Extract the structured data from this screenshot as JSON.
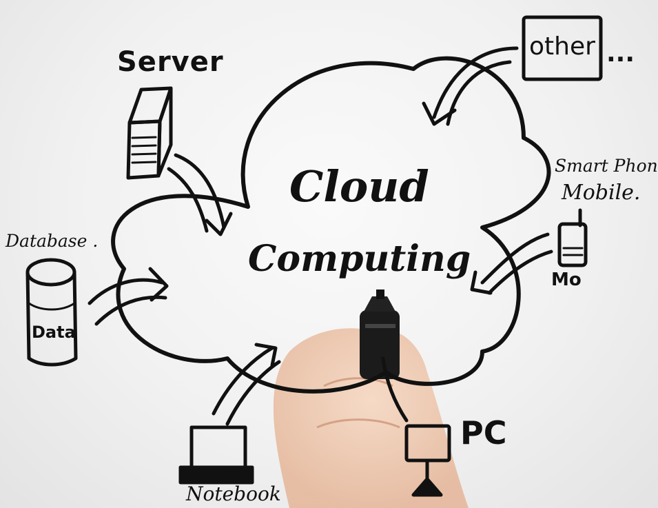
{
  "diagram": {
    "center": {
      "line1": "Cloud",
      "line2": "Computing"
    },
    "nodes": [
      {
        "id": "server",
        "label": "Server",
        "icon": "server-icon"
      },
      {
        "id": "other",
        "label": "other",
        "suffix": "...",
        "icon": "box-icon"
      },
      {
        "id": "smartphone",
        "label": "Smart Phone .",
        "label2": "Mobile.",
        "icon": "phone-icon",
        "note": "Mo"
      },
      {
        "id": "database",
        "label": "Database .",
        "icon": "database-icon",
        "inner": "Data"
      },
      {
        "id": "notebook",
        "label": "Notebook",
        "icon": "laptop-icon"
      },
      {
        "id": "pc",
        "label": "PC",
        "icon": "monitor-icon"
      }
    ],
    "colors": {
      "ink": "#111111",
      "background": "#eeeeee",
      "skin": "#f0c9ad"
    }
  }
}
